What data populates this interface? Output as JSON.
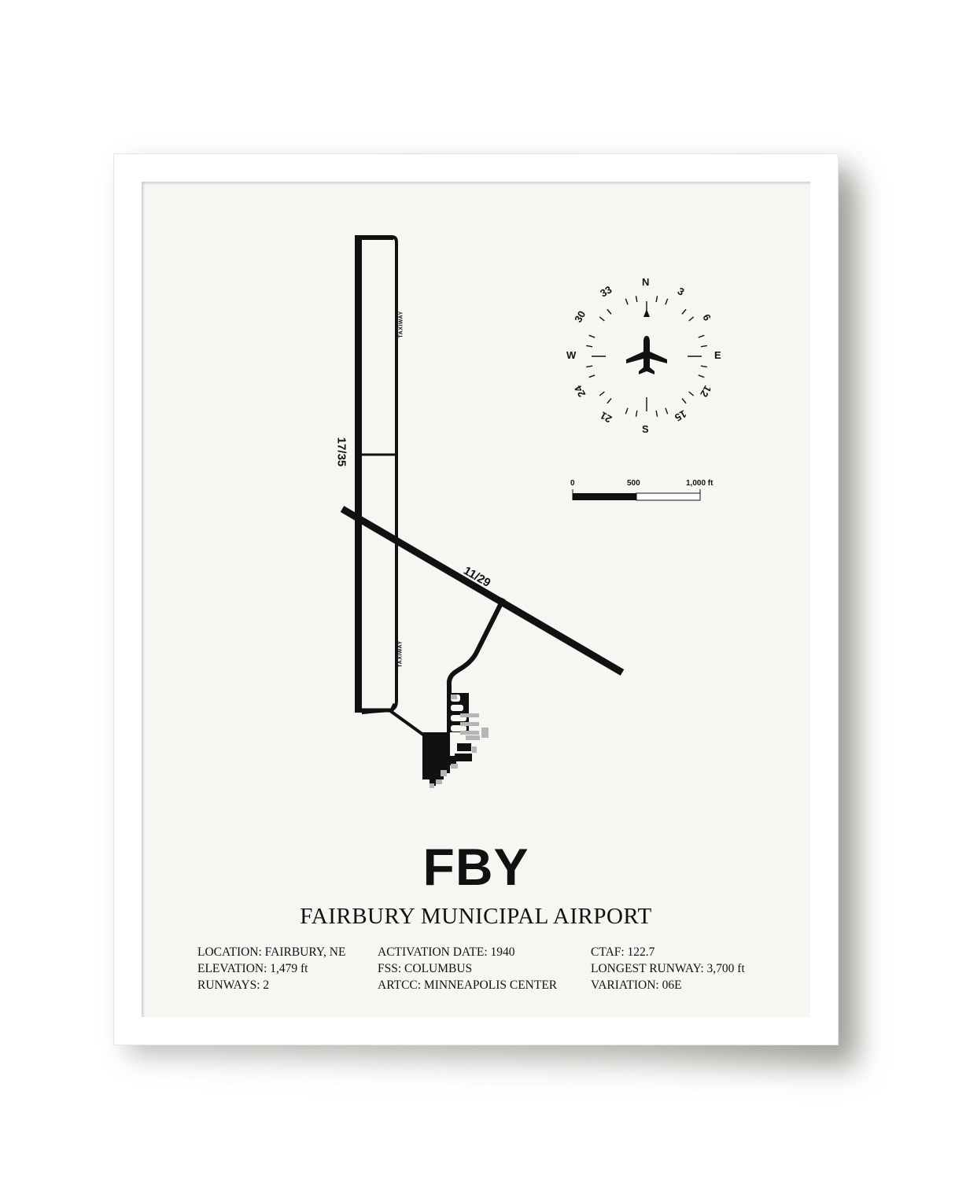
{
  "airport": {
    "code": "FBY",
    "name": "FAIRBURY MUNICIPAL AIRPORT"
  },
  "runways": [
    {
      "label": "17/35"
    },
    {
      "label": "11/29"
    }
  ],
  "taxiway_label": "TAXIWAY",
  "compass": {
    "N": "N",
    "E": "E",
    "S": "S",
    "W": "W",
    "headings": [
      "3",
      "6",
      "12",
      "15",
      "21",
      "24",
      "30",
      "33"
    ]
  },
  "scale_bar": {
    "labels": [
      "0",
      "500",
      "1,000 ft"
    ]
  },
  "info": {
    "col1": [
      "LOCATION: FAIRBURY, NE",
      "ELEVATION: 1,479 ft",
      "RUNWAYS: 2"
    ],
    "col2": [
      "ACTIVATION DATE: 1940",
      "FSS: COLUMBUS",
      "ARTCC: MINNEAPOLIS CENTER"
    ],
    "col3": [
      "CTAF: 122.7",
      "LONGEST RUNWAY: 3,700 ft",
      "VARIATION: 06E"
    ]
  },
  "colors": {
    "paper": "#f8f6f3",
    "ink": "#111111",
    "building_gray": "#b5b5b5",
    "frame": "#ffffff"
  }
}
